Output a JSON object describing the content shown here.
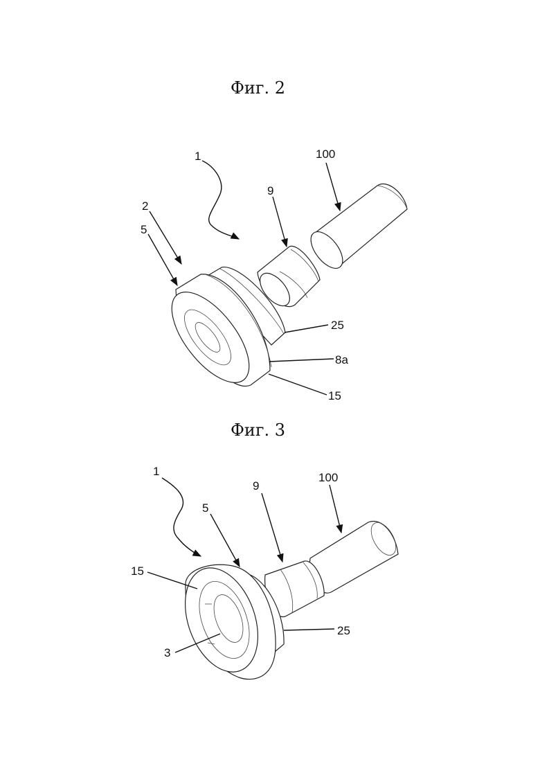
{
  "figures": [
    {
      "title": "Фиг. 2",
      "labels": {
        "assembly": "1",
        "part_2": "2",
        "part_5": "5",
        "part_9": "9",
        "part_100": "100",
        "part_25": "25",
        "part_8a": "8a",
        "part_15": "15"
      }
    },
    {
      "title": "Фиг. 3",
      "labels": {
        "assembly": "1",
        "part_5": "5",
        "part_9": "9",
        "part_100": "100",
        "part_15": "15",
        "part_25": "25",
        "part_3": "3"
      }
    }
  ],
  "colors": {
    "line": "#111111",
    "background": "#ffffff"
  }
}
